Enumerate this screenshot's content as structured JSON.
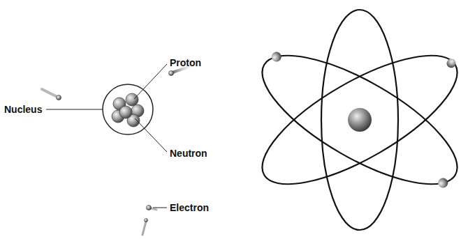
{
  "diagram": {
    "labels": [
      "Nucleus",
      "Proton",
      "Neutron",
      "Electron"
    ]
  }
}
